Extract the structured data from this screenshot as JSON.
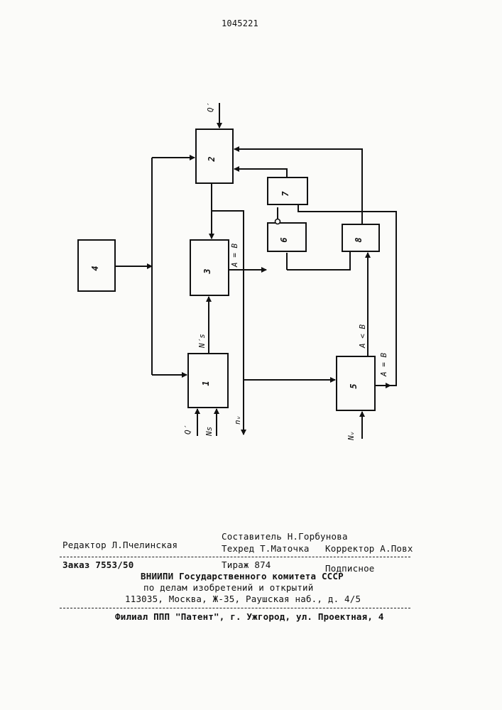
{
  "header": {
    "patent_number": "1045221"
  },
  "diagram": {
    "blocks": [
      {
        "id": "b2",
        "label": "2"
      },
      {
        "id": "b3",
        "label": "3"
      },
      {
        "id": "b1",
        "label": "1"
      },
      {
        "id": "b4",
        "label": "4"
      },
      {
        "id": "b7",
        "label": "7"
      },
      {
        "id": "b6",
        "label": "6"
      },
      {
        "id": "b8",
        "label": "8"
      },
      {
        "id": "b5",
        "label": "5"
      }
    ],
    "signals": {
      "q_top": "Q′",
      "q_bottom": "Q′",
      "ns_prime": "N′s",
      "ns": "Ns",
      "nv_out": "nᵥ",
      "nv_in": "Nᵥ",
      "a_eq_b_3": "A = B",
      "a_lt_b_5": "A < B",
      "a_eq_b_5": "A = B"
    }
  },
  "colophon": {
    "editor": "Редактор Л.Пчелинская",
    "composer": "Составитель Н.Горбунова",
    "techred": "Техред Т.Маточка",
    "corrector": "Корректор А.Повх",
    "order": "Заказ 7553/50",
    "circulation": "Тираж 874",
    "subscription": "Подписное",
    "org_line1": "ВНИИПИ Государственного комитета СССР",
    "org_line2": "по делам изобретений и открытий",
    "org_address": "113035, Москва, Ж-35, Раушская наб., д. 4/5",
    "branch": "Филиал ППП \"Патент\", г. Ужгород, ул. Проектная, 4"
  }
}
